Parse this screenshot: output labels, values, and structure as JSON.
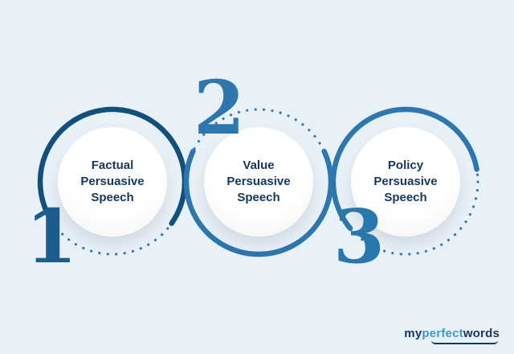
{
  "steps": [
    {
      "number": "1",
      "label": "Factual Persuasive Speech"
    },
    {
      "number": "2",
      "label": "Value Persuasive Speech"
    },
    {
      "number": "3",
      "label": "Policy Persuasive Speech"
    }
  ],
  "logo": {
    "part1": "my",
    "part2": "perfect",
    "part3": "words"
  },
  "colors": {
    "background": "#e9f1f8",
    "dotted": "#3579ad",
    "arc1": "#11507d",
    "arc2": "#2e77ae",
    "arc3": "#2e77ae",
    "number_dark": "#1c5c8e",
    "number_medium": "#2e77ae",
    "label_text": "#16375e",
    "logo_dark": "#17355e",
    "logo_accent": "#3f97cf"
  }
}
